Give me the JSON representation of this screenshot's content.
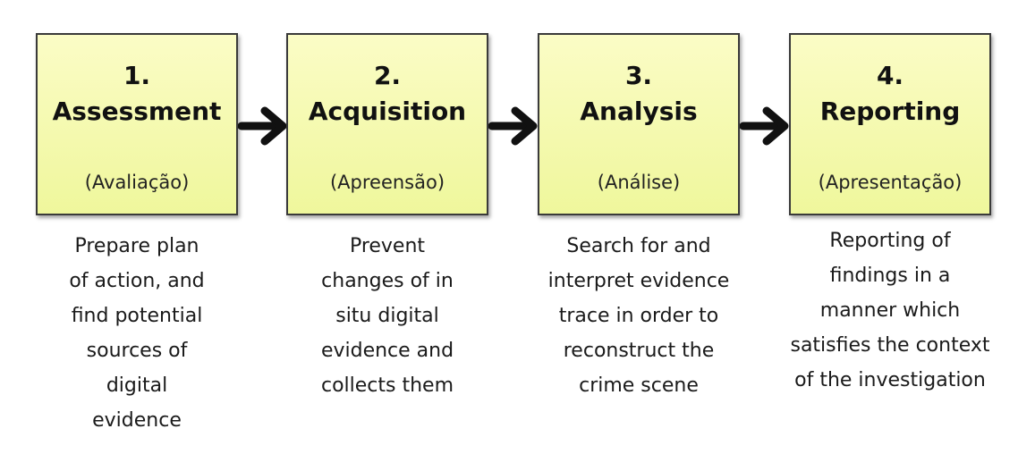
{
  "steps": [
    {
      "number": "1.",
      "title": "Assessment",
      "translation": "(Avaliação)",
      "description": [
        "Prepare plan",
        "of action, and",
        "find potential",
        "sources of",
        "digital",
        "evidence"
      ]
    },
    {
      "number": "2.",
      "title": "Acquisition",
      "translation": "(Apreensão)",
      "description": [
        "Prevent",
        "changes of in",
        "situ digital",
        "evidence and",
        "collects them"
      ]
    },
    {
      "number": "3.",
      "title": "Analysis",
      "translation": "(Análise)",
      "description": [
        "Search for and",
        "interpret evidence",
        "trace in order to",
        "reconstruct the",
        "crime scene"
      ]
    },
    {
      "number": "4.",
      "title": "Reporting",
      "translation": "(Apresentação)",
      "description": [
        "Reporting of",
        "findings in a",
        "manner which",
        "satisfies the context",
        "of the investigation"
      ]
    }
  ],
  "colors": {
    "box_fill_top": "#fbfcc6",
    "box_fill_bottom": "#eff79c",
    "box_border": "#3a3a3a",
    "arrow": "#111111"
  },
  "icons": {
    "connector": "right-arrow-icon"
  }
}
